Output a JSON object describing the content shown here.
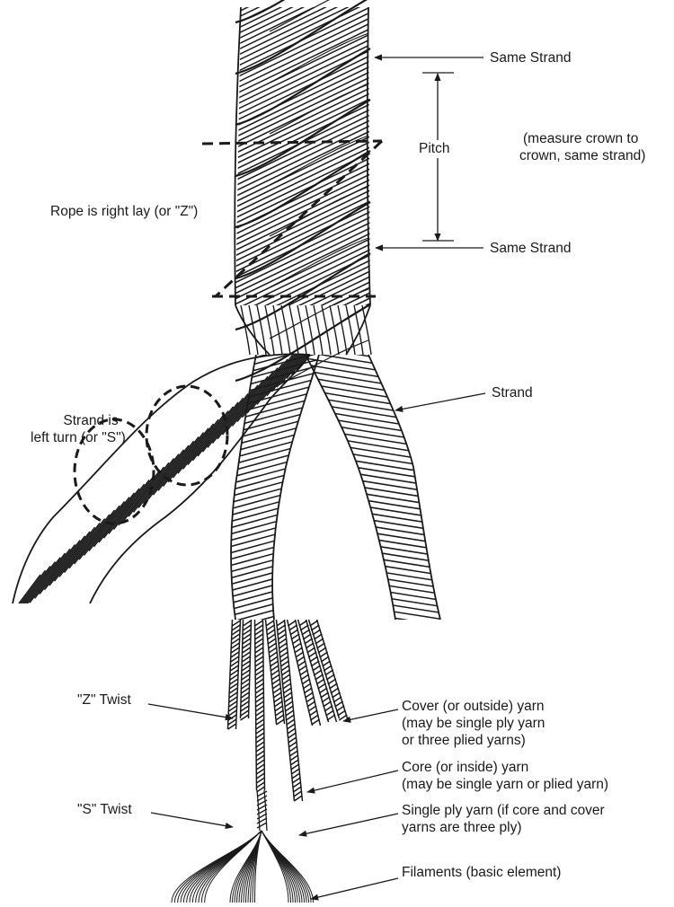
{
  "labels": {
    "same_strand_top": "Same Strand",
    "pitch": "Pitch",
    "measure_note_line1": "(measure crown to",
    "measure_note_line2": "crown, same strand)",
    "right_lay": "Rope is right lay (or \"Z\")",
    "same_strand_bottom": "Same Strand",
    "strand": "Strand",
    "strand_left_turn_line1": "Strand is",
    "strand_left_turn_line2": "left turn (or \"S\")",
    "z_twist": "\"Z\" Twist",
    "cover_yarn_line1": "Cover (or outside) yarn",
    "cover_yarn_line2": "(may be single ply yarn",
    "cover_yarn_line3": "or three plied yarns)",
    "core_yarn_line1": "Core (or inside) yarn",
    "core_yarn_line2": "(may be single yarn or plied yarn)",
    "s_twist": "\"S\" Twist",
    "single_ply_line1": "Single ply yarn (if core and cover",
    "single_ply_line2": "yarns are three ply)",
    "filaments": "Filaments (basic element)"
  },
  "colors": {
    "ink": "#1a1a1a",
    "paper": "#ffffff"
  }
}
